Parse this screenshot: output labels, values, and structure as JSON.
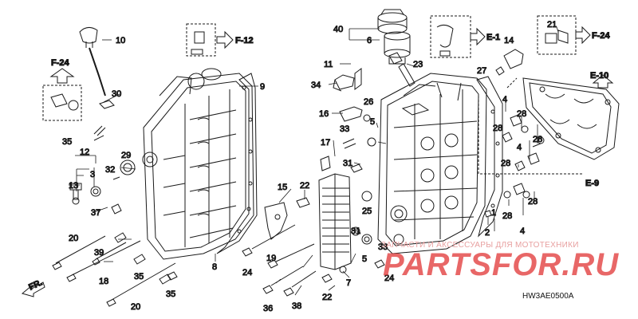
{
  "diagram": {
    "code": "HW3AE0500A",
    "front_label": "FR.",
    "references": {
      "f24_left": "F-24",
      "f12": "F-12",
      "e1": "E-1",
      "f24_right": "F-24",
      "e10": "E-10",
      "e9": "E-9"
    },
    "callouts": {
      "c10": "10",
      "c9": "9",
      "c30": "30",
      "c35": "35",
      "c12": "12",
      "c3": "3",
      "c29": "29",
      "c32": "32",
      "c13": "13",
      "c37": "37",
      "c20a": "20",
      "c39": "39",
      "c18": "18",
      "c35b": "35",
      "c35c": "35",
      "c20b": "20",
      "c8": "8",
      "c40": "40",
      "c6": "6",
      "c23": "23",
      "c11": "11",
      "c34": "34",
      "c16": "16",
      "c26": "26",
      "c33a": "33",
      "c17": "17",
      "c5a": "5",
      "c31a": "31",
      "c15": "15",
      "c22a": "22",
      "c25": "25",
      "c19": "19",
      "c24a": "24",
      "c36": "36",
      "c38": "38",
      "c22b": "22",
      "c7": "7",
      "c31b": "31",
      "c5b": "5",
      "c33b": "33",
      "c24b": "24",
      "c1": "1",
      "c2": "2",
      "c14": "14",
      "c21": "21",
      "c27": "27",
      "c4a": "4",
      "c28a": "28",
      "c28b": "28",
      "c28c": "28",
      "c4b": "4",
      "c28d": "28",
      "c28e": "28",
      "c28f": "28",
      "c4c": "4"
    }
  },
  "watermark": {
    "line1": "ЗАПЧАСТИ И АКСЕССУАРЫ ДЛЯ МОТОТЕХНИКИ",
    "line2": "PARTSFOR.RU"
  }
}
